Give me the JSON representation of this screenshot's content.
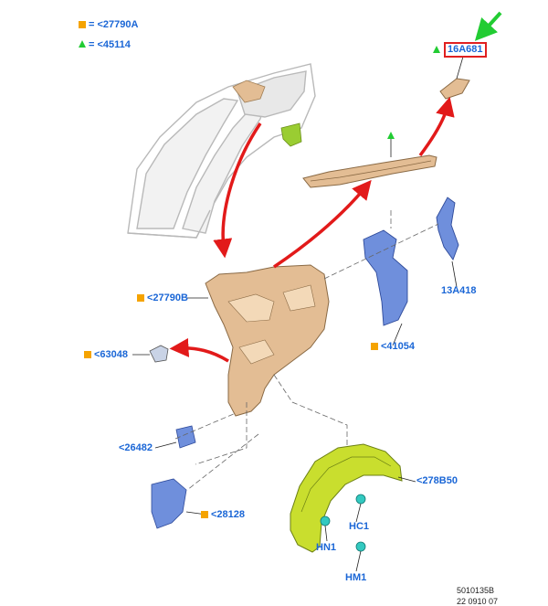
{
  "legend": {
    "square_code": "<27790A",
    "triangle_code": "<45114",
    "square_color": "#f5a300",
    "triangle_color": "#22cc33"
  },
  "labels": {
    "top_right_part": "16A681",
    "quarter_panel": "<27790B",
    "vent": "<63048",
    "bracket_small": "<26482",
    "bracket_lower": "<28128",
    "inner_panel": "<41054",
    "reinforcement": "13A418",
    "wheelhouse_liner": "<278B50",
    "clip_hc1": "HC1",
    "clip_hn1": "HN1",
    "clip_hm1": "HM1"
  },
  "footer": {
    "figure_id": "5010135B",
    "date_partial": "22 0910 07"
  },
  "colors": {
    "label_blue": "#1a66d6",
    "arrow_red": "#e21a1a",
    "pointer_green": "#22cc33",
    "part_tan": "#e3bd94",
    "part_blue": "#6f8fdc",
    "liner_yellow": "#c9de2e",
    "clip_teal": "#33c9c0"
  }
}
